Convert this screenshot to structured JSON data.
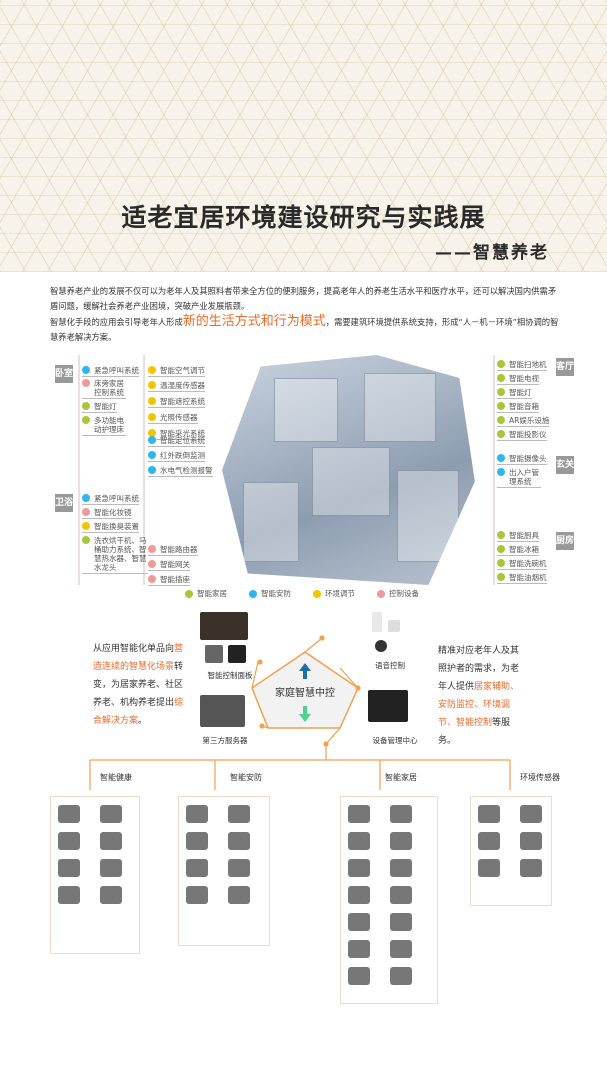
{
  "header": {
    "title": "适老宜居环境建设研究与实践展",
    "subtitle": "——智慧养老"
  },
  "intro": {
    "p1": "智慧养老产业的发展不仅可以为老年人及其照料者带来全方位的便利服务，提高老年人的养老生活水平和医疗水平，还可以解决国内供需矛盾问题，缓解社会养老产业困境，突破产业发展瓶颈。",
    "p2_a": "智慧化手段的应用会引导老年人形成",
    "p2_hl": "新的生活方式和行为模式",
    "p2_b": "，需要建筑环境提供系统支持，形成“人－机－环境”相协调的智慧养老解决方案。"
  },
  "colors": {
    "home": "#a6c73a",
    "security": "#2cb8ea",
    "env": "#f5c400",
    "control": "#ef9a9a",
    "accent": "#ee6a2a"
  },
  "rooms": {
    "bedroom": "卧室",
    "bath": "卫浴",
    "living": "客厅",
    "entry": "玄关",
    "kitchen": "厨房"
  },
  "bedroom_items": [
    "紧急呼叫系统",
    "床旁家居控制系统",
    "智能灯",
    "多功能电动护理床"
  ],
  "bath_items": [
    "紧急呼叫系统",
    "智能化妆镜",
    "智能换臭装置",
    "洗衣烘干机、马桶助力系统、智慧热水器、智慧水龙头"
  ],
  "mid_items": [
    "智能空气调节",
    "温湿度传感器",
    "智能遮控系统",
    "光照传感器",
    "智能采光系统",
    "智能定位系统",
    "红外跌倒监测",
    "水电气检测报警",
    "智能路由器",
    "智能网关",
    "智能插座"
  ],
  "living_items": [
    "智能扫地机",
    "智能电视",
    "智能灯",
    "智能音箱",
    "AR娱乐设施",
    "智能投影仪"
  ],
  "entry_items": [
    "智能摄像头",
    "出入户管理系统"
  ],
  "kitchen_items": [
    "智能厨具",
    "智能冰箱",
    "智能洗碗机",
    "智能油烟机"
  ],
  "legend": [
    "智能家居",
    "智能安防",
    "环境调节",
    "控制设备"
  ],
  "center": {
    "hub": "家庭智慧中控",
    "panel": "智能控制面板",
    "server": "第三方服务器",
    "voice": "语音控制",
    "device": "设备管理中心"
  },
  "left_text": {
    "a": "从应用智能化单品向",
    "hl1": "营造连续的智慧化场景",
    "b": "转变，为居家养老、社区养老、机构养老提出",
    "hl2": "综合解决方案",
    "c": "。"
  },
  "right_text": {
    "a": "精准对应老年人及其照护者的需求，为老年人提供",
    "hl1": "居家辅助、安防监控、环境调节、智能控制",
    "b": "等服务。"
  },
  "branches": [
    "智能健康",
    "智能安防",
    "智能家居",
    "环境传感器"
  ]
}
